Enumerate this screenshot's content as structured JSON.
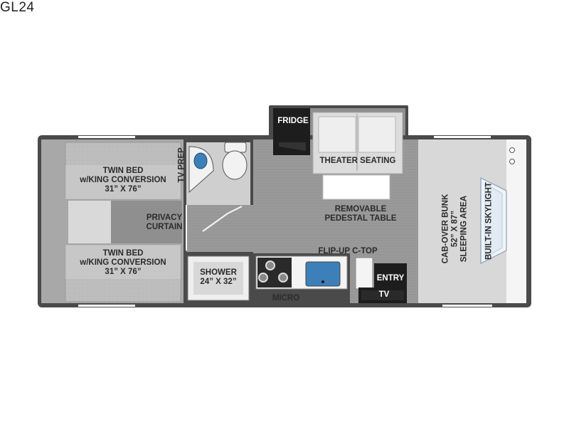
{
  "model": "GL24",
  "labels": {
    "tv_prep": "TV PREP",
    "fridge": "FRIDGE",
    "theater_seating": "THEATER SEATING",
    "twin_bed_top": [
      "TWIN BED",
      "w/KING CONVERSION",
      "31” X 76”"
    ],
    "twin_bed_bottom": [
      "TWIN BED",
      "w/KING CONVERSION",
      "31” X 76”"
    ],
    "privacy_curtain": [
      "PRIVACY",
      "CURTAIN"
    ],
    "removable_table": [
      "REMOVABLE",
      "PEDESTAL TABLE"
    ],
    "shower": [
      "SHOWER",
      "24” X 32”"
    ],
    "flip_up": "FLIP-UP C-TOP",
    "micro": "MICRO",
    "entry": "ENTRY",
    "tv": "TV",
    "cab_over_bunk": [
      "CAB-OVER BUNK",
      "52” X 87”",
      "SLEEPING AREA"
    ],
    "skylight": "BUILT-IN SKYLIGHT"
  },
  "colors": {
    "wall": "#4a4a4a",
    "floor": "#8f8f8f",
    "bed": "#b9b9b9",
    "bunk": "#d8d8d8",
    "counter": "#f4f4f4",
    "fixture": "#1d1d1d",
    "sink": "#3d7fb8"
  }
}
